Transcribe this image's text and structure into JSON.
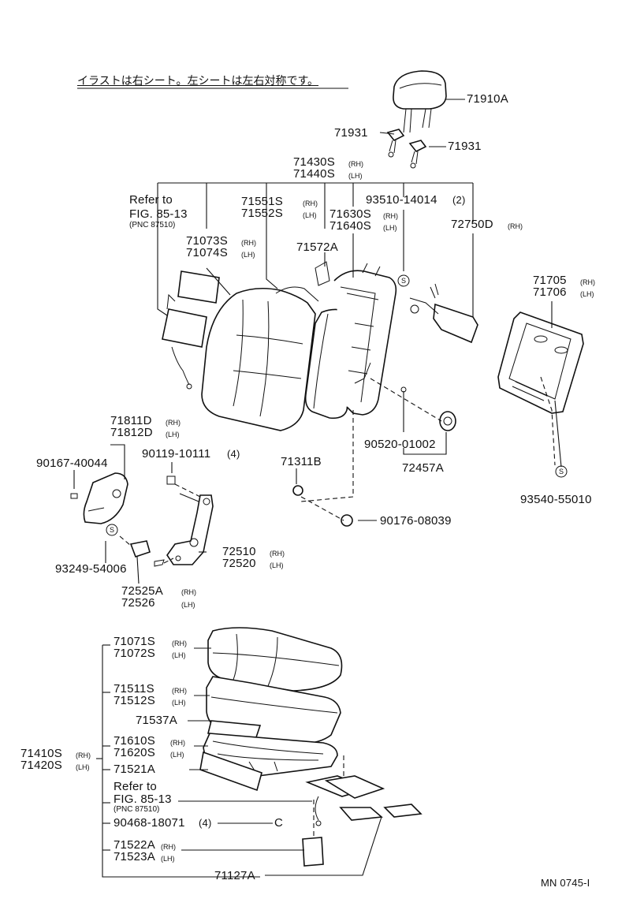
{
  "note": "イラストは右シート。左シートは左右対称です。",
  "footer_code": "MN 0745-I",
  "refer": {
    "line1": "Refer to",
    "line2": "FIG. 85-13",
    "pnc": "(PNC 87510)"
  },
  "side": {
    "rh": "(RH)",
    "lh": "(LH)"
  },
  "upper": {
    "p71910A": "71910A",
    "p71931a": "71931",
    "p71931b": "71931",
    "p71430S": "71430S",
    "p71440S": "71440S",
    "p71551S": "71551S",
    "p71552S": "71552S",
    "p93510": "93510-14014",
    "p93510_qty": "(2)",
    "p71630S": "71630S",
    "p71640S": "71640S",
    "p72750D": "72750D",
    "p71073S": "71073S",
    "p71074S": "71074S",
    "p71572A": "71572A",
    "p71705": "71705",
    "p71706": "71706",
    "p90520": "90520-01002",
    "p72457A": "72457A",
    "p93540": "93540-55010"
  },
  "middle": {
    "p71811D": "71811D",
    "p71812D": "71812D",
    "p90167": "90167-40044",
    "p90119": "90119-10111",
    "p90119_qty": "(4)",
    "p71311B": "71311B",
    "p90176": "90176-08039",
    "p72510": "72510",
    "p72520": "72520",
    "p93249": "93249-54006",
    "p72525A": "72525A",
    "p72526": "72526"
  },
  "lower": {
    "p71071S": "71071S",
    "p71072S": "71072S",
    "p71511S": "71511S",
    "p71512S": "71512S",
    "p71537A": "71537A",
    "p71410S": "71410S",
    "p71420S": "71420S",
    "p71610S": "71610S",
    "p71620S": "71620S",
    "p71521A": "71521A",
    "p90468": "90468-18071",
    "p90468_qty": "(4)",
    "p90468_mark": "C",
    "p71522A": "71522A",
    "p71523A": "71523A",
    "p71127A": "71127A"
  },
  "marks": {
    "s": "S"
  }
}
